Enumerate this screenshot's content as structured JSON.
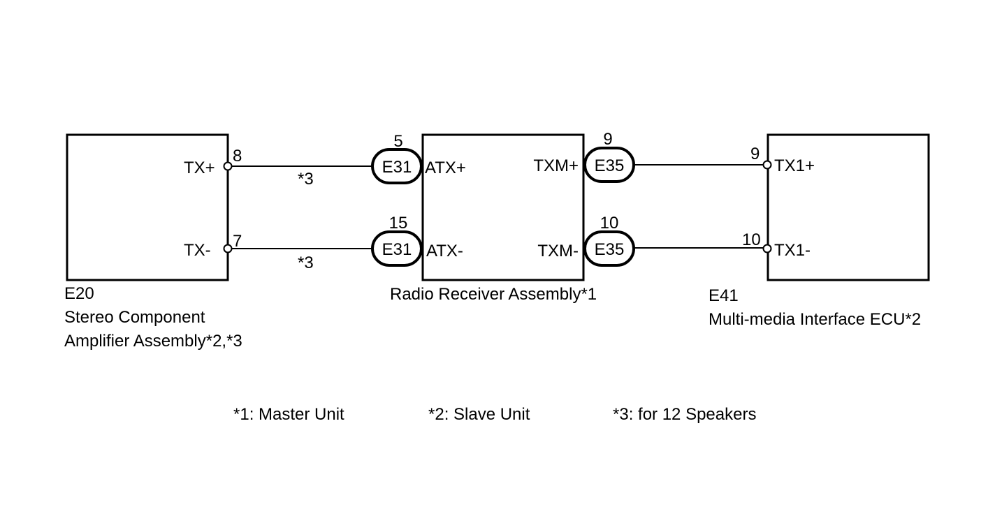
{
  "components": {
    "amplifier": {
      "code": "E20",
      "name_line1": "Stereo Component",
      "name_line2": "Amplifier Assembly*2,*3",
      "pins": [
        {
          "number": "8",
          "label": "TX+"
        },
        {
          "number": "7",
          "label": "TX-"
        }
      ]
    },
    "radio": {
      "name": "Radio Receiver Assembly*1",
      "left_pins": [
        {
          "number": "5",
          "label": "ATX+",
          "connector": "E31"
        },
        {
          "number": "15",
          "label": "ATX-",
          "connector": "E31"
        }
      ],
      "right_pins": [
        {
          "number": "9",
          "label": "TXM+",
          "connector": "E35"
        },
        {
          "number": "10",
          "label": "TXM-",
          "connector": "E35"
        }
      ]
    },
    "ecu": {
      "code": "E41",
      "name": "Multi-media Interface ECU*2",
      "pins": [
        {
          "number": "9",
          "label": "TX1+"
        },
        {
          "number": "10",
          "label": "TX1-"
        }
      ]
    }
  },
  "wires": {
    "upper_note": "*3",
    "lower_note": "*3"
  },
  "notes": [
    "*1: Master Unit",
    "*2: Slave Unit",
    "*3: for 12 Speakers"
  ]
}
